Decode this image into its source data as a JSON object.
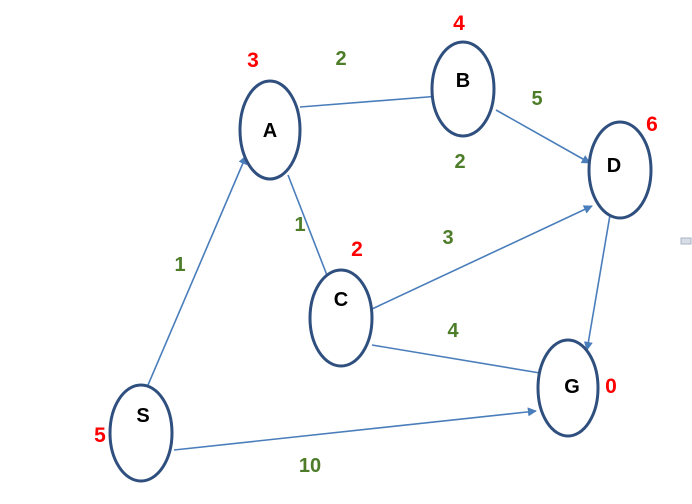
{
  "colors": {
    "edge": "#4a7ebb",
    "node_border": "#2f4f7f",
    "weight": "#4e7d2a",
    "heuristic": "#ff0000"
  },
  "nodes": [
    {
      "id": "A",
      "label": "A",
      "heuristic": "3"
    },
    {
      "id": "B",
      "label": "B",
      "heuristic": "4"
    },
    {
      "id": "C",
      "label": "C",
      "heuristic": "2"
    },
    {
      "id": "D",
      "label": "D",
      "heuristic": "6"
    },
    {
      "id": "G",
      "label": "G",
      "heuristic": "0"
    },
    {
      "id": "S",
      "label": "S",
      "heuristic": "5"
    }
  ],
  "edges": [
    {
      "from": "A",
      "to": "B",
      "weight": "2"
    },
    {
      "from": "B",
      "to": "D",
      "weight": "5"
    },
    {
      "from": "A",
      "to": "C",
      "weight": "1"
    },
    {
      "from": "S",
      "to": "A",
      "weight": "1"
    },
    {
      "from": "C",
      "to": "D",
      "weight": "3"
    },
    {
      "from": "C",
      "to": "G",
      "weight": "4"
    },
    {
      "from": "D",
      "to": "G",
      "weight": "2"
    },
    {
      "from": "S",
      "to": "G",
      "weight": "10"
    }
  ]
}
